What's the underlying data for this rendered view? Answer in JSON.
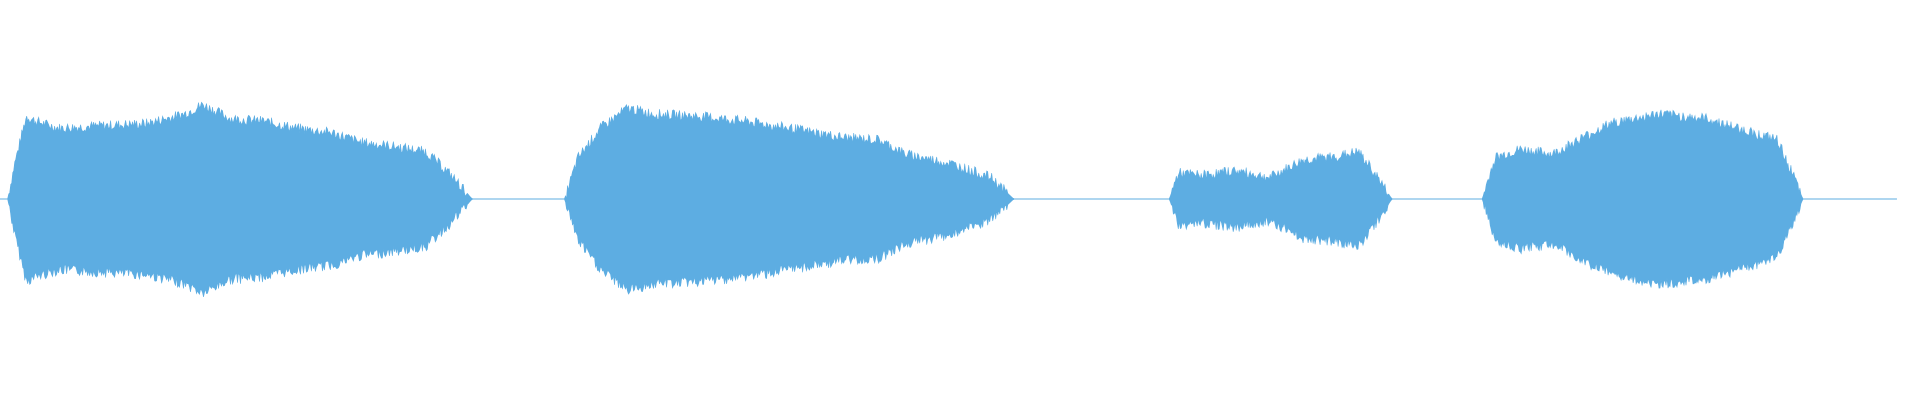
{
  "waveform": {
    "color": "#5DADE2",
    "background": "#FFFFFF",
    "duration_fraction_end": 0.988,
    "segments": [
      {
        "start": 0.004,
        "end": 0.246,
        "envelope": [
          [
            0.0,
            0.0
          ],
          [
            0.015,
            0.3
          ],
          [
            0.04,
            0.7
          ],
          [
            0.06,
            0.66
          ],
          [
            0.11,
            0.6
          ],
          [
            0.2,
            0.62
          ],
          [
            0.3,
            0.64
          ],
          [
            0.38,
            0.72
          ],
          [
            0.42,
            0.8
          ],
          [
            0.48,
            0.68
          ],
          [
            0.55,
            0.66
          ],
          [
            0.62,
            0.6
          ],
          [
            0.7,
            0.56
          ],
          [
            0.76,
            0.48
          ],
          [
            0.84,
            0.44
          ],
          [
            0.9,
            0.4
          ],
          [
            0.95,
            0.22
          ],
          [
            1.0,
            0.0
          ]
        ]
      },
      {
        "start": 0.294,
        "end": 0.528,
        "envelope": [
          [
            0.0,
            0.0
          ],
          [
            0.03,
            0.35
          ],
          [
            0.08,
            0.6
          ],
          [
            0.14,
            0.77
          ],
          [
            0.2,
            0.72
          ],
          [
            0.3,
            0.7
          ],
          [
            0.4,
            0.66
          ],
          [
            0.5,
            0.6
          ],
          [
            0.62,
            0.52
          ],
          [
            0.7,
            0.5
          ],
          [
            0.76,
            0.38
          ],
          [
            0.86,
            0.3
          ],
          [
            0.95,
            0.18
          ],
          [
            1.0,
            0.0
          ]
        ]
      },
      {
        "start": 0.609,
        "end": 0.725,
        "envelope": [
          [
            0.0,
            0.0
          ],
          [
            0.04,
            0.22
          ],
          [
            0.15,
            0.2
          ],
          [
            0.3,
            0.24
          ],
          [
            0.45,
            0.18
          ],
          [
            0.6,
            0.33
          ],
          [
            0.75,
            0.36
          ],
          [
            0.85,
            0.4
          ],
          [
            0.93,
            0.2
          ],
          [
            1.0,
            0.0
          ]
        ]
      },
      {
        "start": 0.772,
        "end": 0.939,
        "envelope": [
          [
            0.0,
            0.0
          ],
          [
            0.04,
            0.35
          ],
          [
            0.12,
            0.42
          ],
          [
            0.22,
            0.38
          ],
          [
            0.3,
            0.5
          ],
          [
            0.4,
            0.64
          ],
          [
            0.55,
            0.72
          ],
          [
            0.7,
            0.68
          ],
          [
            0.82,
            0.58
          ],
          [
            0.92,
            0.5
          ],
          [
            0.97,
            0.2
          ],
          [
            1.0,
            0.0
          ]
        ]
      }
    ]
  }
}
